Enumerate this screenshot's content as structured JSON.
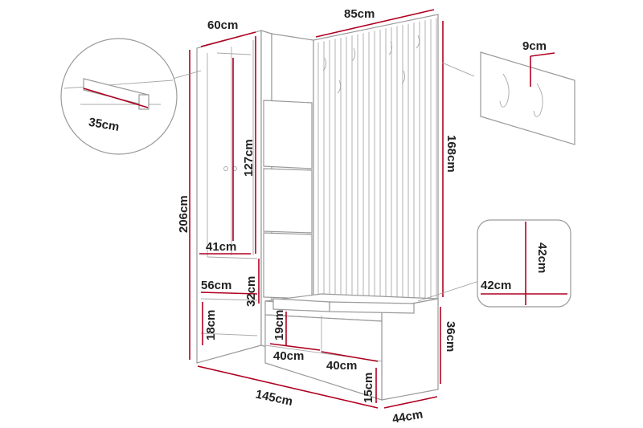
{
  "colors": {
    "dimension_line": "#b00020",
    "outline": "#9a9a9a",
    "label": "#222222"
  },
  "labels": {
    "top_width_60": "60cm",
    "top_width_85": "85cm",
    "rail_depth_35": "35cm",
    "hook_spacing_9": "9cm",
    "panel_height_168": "168cm",
    "wardrobe_height_206": "206cm",
    "door_height_127": "127cm",
    "shelf_width_41": "41cm",
    "cushion_height_42": "42cm",
    "cushion_width_42": "42cm",
    "drawer_width_56": "56cm",
    "shelf_height_32": "32cm",
    "drawer_height_18": "18cm",
    "bench_height_36": "36cm",
    "cubby_height_19": "19cm",
    "cubby_width_40a": "40cm",
    "cubby_width_40b": "40cm",
    "leg_height_15": "15cm",
    "total_width_145": "145cm",
    "depth_44": "44cm"
  }
}
